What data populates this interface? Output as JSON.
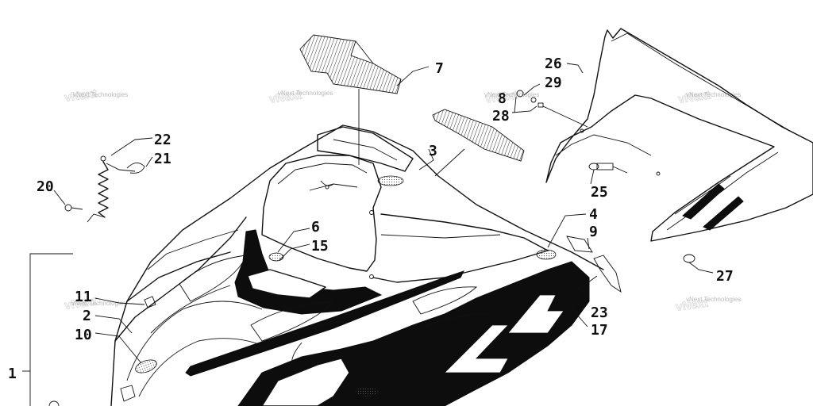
{
  "callouts": {
    "c1": "1",
    "c2": "2",
    "c3": "3",
    "c4": "4",
    "c6": "6",
    "c7": "7",
    "c8": "8",
    "c9": "9",
    "c10": "10",
    "c11": "11",
    "c15": "15",
    "c17": "17",
    "c20": "20",
    "c21": "21",
    "c22": "22",
    "c23": "23",
    "c25": "25",
    "c26": "26",
    "c27": "27",
    "c28": "28",
    "c29": "29"
  },
  "watermark": {
    "text": "vNext Technologies"
  },
  "colors": {
    "ink": "#111111",
    "watermark": "#b8b8b8",
    "background": "#ffffff"
  }
}
